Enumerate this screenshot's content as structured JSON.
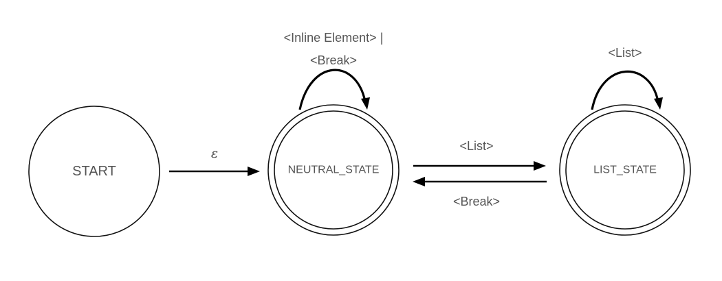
{
  "states": {
    "start": {
      "label": "START"
    },
    "neutral": {
      "label": "NEUTRAL_STATE"
    },
    "list": {
      "label": "LIST_STATE"
    }
  },
  "transitions": {
    "start_to_neutral": {
      "label": "ε"
    },
    "neutral_self_loop": {
      "label_line1": "<Inline Element> |",
      "label_line2": "<Break>"
    },
    "neutral_to_list": {
      "label": "<List>"
    },
    "list_to_neutral": {
      "label": "<Break>"
    },
    "list_self_loop": {
      "label": "<List>"
    }
  }
}
